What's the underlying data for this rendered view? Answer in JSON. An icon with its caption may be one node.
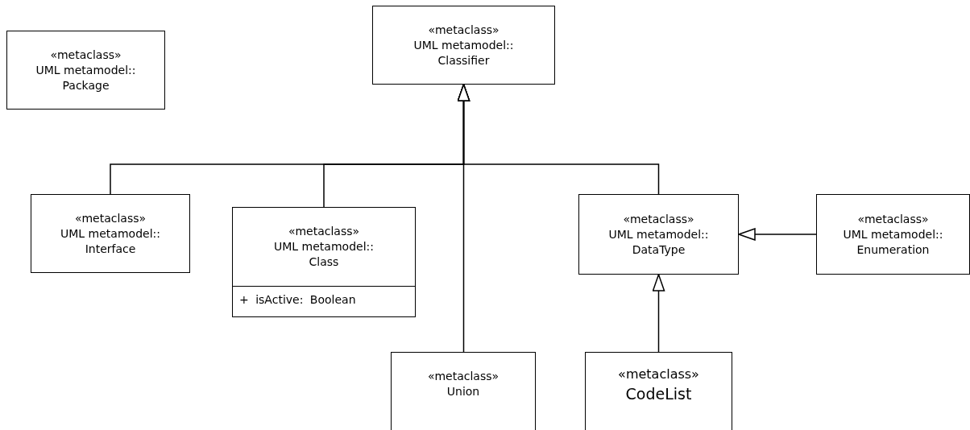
{
  "diagram": {
    "nodes": [
      {
        "text": [
          "«metaclass»",
          "UML metamodel:: Package"
        ]
      },
      {
        "text": [
          "«metaclass»",
          "UML metamodel:: Classifier"
        ]
      },
      {
        "text": [
          "«metaclass»",
          "UML metamodel:: Interface"
        ]
      },
      {
        "text": [
          "«metaclass»",
          "UML metamodel:: Class",
          "+ isActive: Boolean"
        ]
      },
      {
        "text": [
          "«metaclass»",
          "UML metamodel:: DataType"
        ]
      },
      {
        "text": [
          "«metaclass»",
          "UML metamodel:: Enumeration"
        ]
      },
      {
        "text": [
          "«metaclass»",
          "Union"
        ]
      },
      {
        "text": [
          "«metaclass»",
          "CodeList"
        ]
      }
    ],
    "edges": [
      {
        "from": 2,
        "to": 1,
        "arrow": "to"
      },
      {
        "from": 3,
        "to": 1,
        "arrow": "to"
      },
      {
        "from": 4,
        "to": 1,
        "arrow": "to"
      },
      {
        "from": 6,
        "to": 1,
        "arrow": "to"
      },
      {
        "from": 5,
        "to": 4,
        "arrow": "to"
      },
      {
        "from": 7,
        "to": 4,
        "arrow": "to"
      }
    ]
  }
}
